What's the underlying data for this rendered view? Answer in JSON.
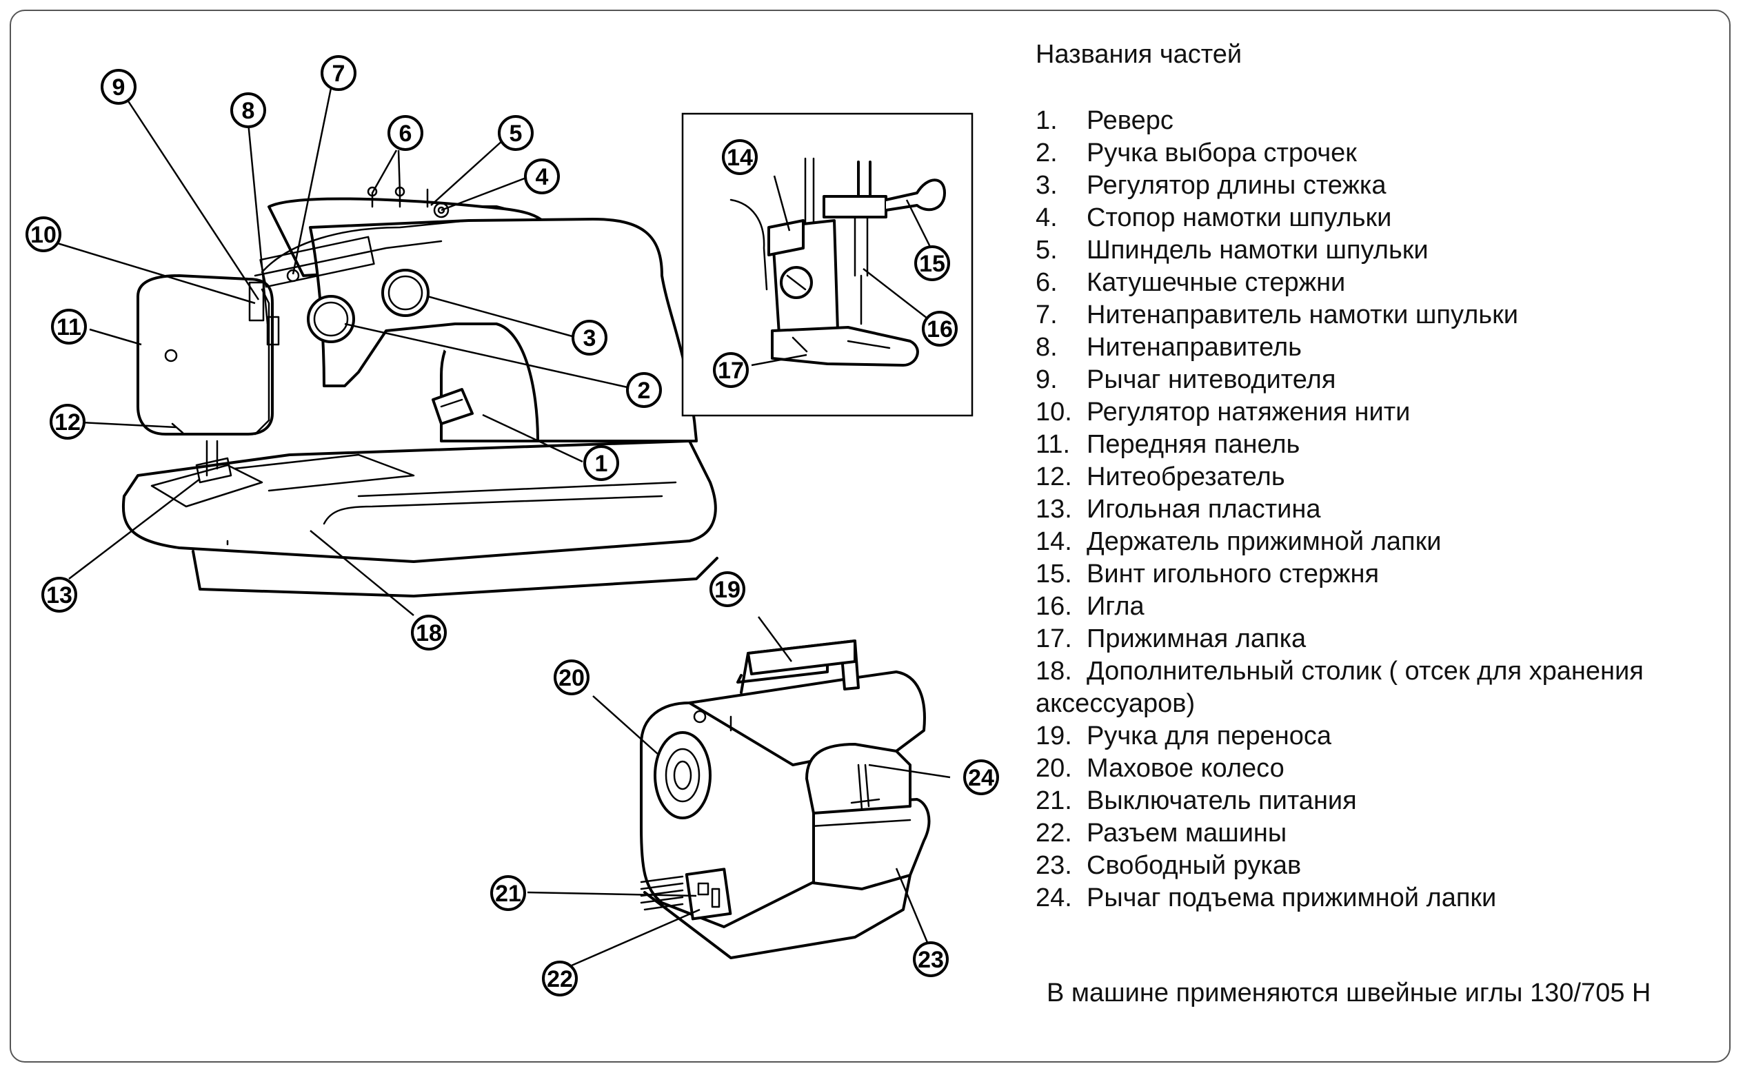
{
  "heading": "Названия частей",
  "parts": [
    {
      "num": "1.",
      "label": "Реверс"
    },
    {
      "num": "2.",
      "label": "Ручка выбора строчек"
    },
    {
      "num": "3.",
      "label": "Регулятор длины стежка"
    },
    {
      "num": "4.",
      "label": "Стопор намотки шпульки"
    },
    {
      "num": "5.",
      "label": "Шпиндель намотки шпульки"
    },
    {
      "num": "6.",
      "label": "Катушечные стержни"
    },
    {
      "num": "7.",
      "label": "Нитенаправитель намотки шпульки"
    },
    {
      "num": "8.",
      "label": "Нитенаправитель"
    },
    {
      "num": "9.",
      "label": "Рычаг нитеводителя"
    },
    {
      "num": "10.",
      "label": "Регулятор натяжения нити"
    },
    {
      "num": "11.",
      "label": "Передняя панель"
    },
    {
      "num": "12.",
      "label": "Нитеобрезатель"
    },
    {
      "num": "13.",
      "label": "Игольная пластина"
    },
    {
      "num": "14.",
      "label": "Держатель прижимной лапки"
    },
    {
      "num": "15.",
      "label": "Винт игольного стержня"
    },
    {
      "num": "16.",
      "label": "Игла"
    },
    {
      "num": "17.",
      "label": "Прижимная лапка"
    },
    {
      "num": "18.",
      "label": "Дополнительный столик ( отсек для хранения аксессуаров)"
    },
    {
      "num": "19.",
      "label": "Ручка для переноса"
    },
    {
      "num": "20.",
      "label": "Маховое колесо"
    },
    {
      "num": "21.",
      "label": "Выключатель питания"
    },
    {
      "num": "22.",
      "label": "Разъем машины"
    },
    {
      "num": "23.",
      "label": "Свободный рукав"
    },
    {
      "num": "24.",
      "label": "Рычаг подъема прижимной лапки"
    }
  ],
  "callouts": [
    "1",
    "2",
    "3",
    "4",
    "5",
    "6",
    "7",
    "8",
    "9",
    "10",
    "11",
    "12",
    "13",
    "14",
    "15",
    "16",
    "17",
    "18",
    "19",
    "20",
    "21",
    "22",
    "23",
    "24"
  ],
  "note": "В машине применяются швейные иглы 130/705 H"
}
